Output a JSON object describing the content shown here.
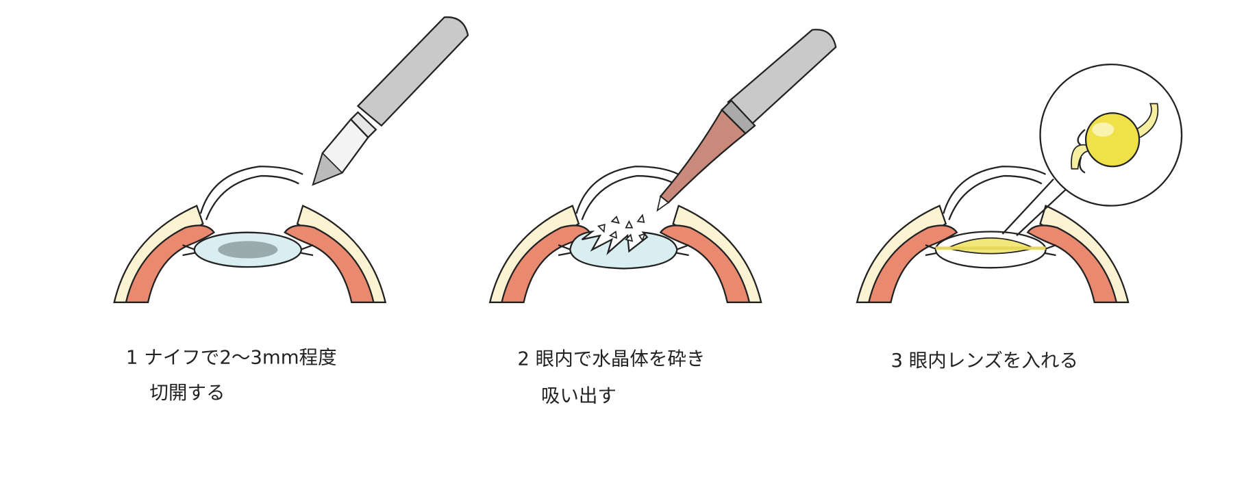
{
  "steps": [
    {
      "number": "1",
      "line1": "1 ナイフで2〜3mm程度",
      "line2": "切開する"
    },
    {
      "number": "2",
      "line1": "2  眼内で水晶体を砕き",
      "line2": "吸い出す"
    },
    {
      "number": "3",
      "line1": "3 眼内レンズを入れる",
      "line2": ""
    }
  ],
  "colors": {
    "sclera": "#fcf3d2",
    "iris": "#e98a70",
    "lens": "#d8eef0",
    "nucleus": "#9aabae",
    "instrument": "#c9c9c9",
    "phaco_tip": "#c98a7c",
    "iol": "#f2e77a"
  }
}
